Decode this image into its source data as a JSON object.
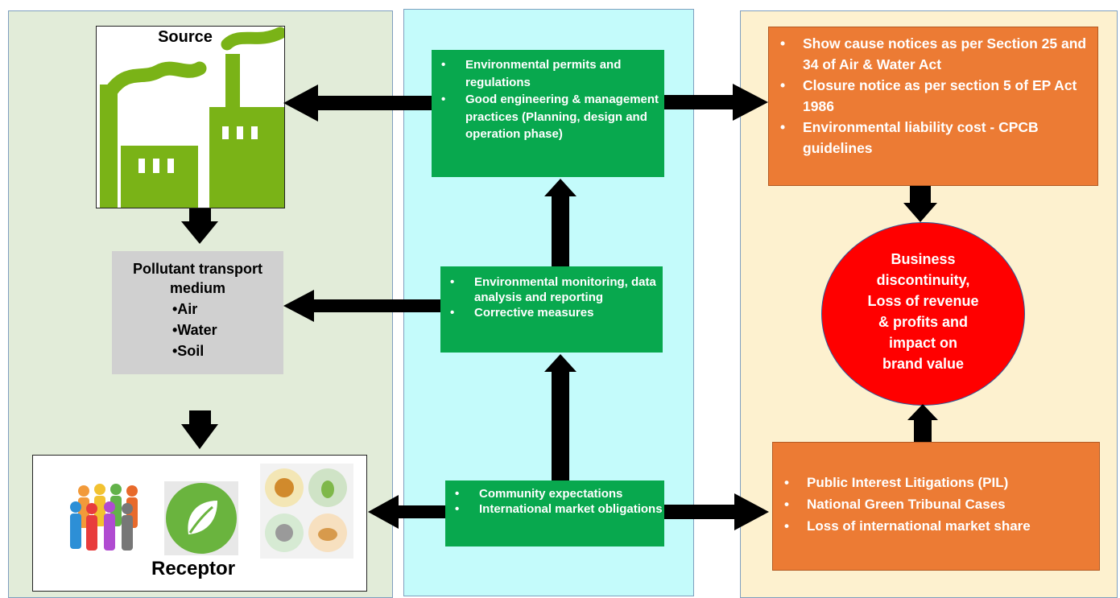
{
  "left_column": {
    "source": {
      "title": "Source",
      "icon": "factory-icon"
    },
    "transport": {
      "title_line1": "Pollutant transport",
      "title_line2": "medium",
      "items": [
        "•Air",
        "•Water",
        "•Soil"
      ]
    },
    "receptor": {
      "title": "Receptor",
      "icons": [
        "people-icon",
        "leaf-icon",
        "animals-icon"
      ]
    }
  },
  "middle_column": {
    "box1": {
      "items": [
        "Environmental permits and regulations",
        "Good engineering & management practices (Planning, design and operation phase)"
      ]
    },
    "box2": {
      "items": [
        "Environmental monitoring, data analysis and reporting",
        "Corrective measures"
      ]
    },
    "box3": {
      "items": [
        "Community expectations",
        "International market obligations"
      ]
    }
  },
  "right_column": {
    "top_box": {
      "items": [
        "Show cause notices as per Section 25 and 34 of Air & Water Act",
        "Closure notice as per section 5 of EP Act 1986",
        "Environmental liability cost - CPCB guidelines"
      ]
    },
    "circle": {
      "lines": [
        "Business",
        "discontinuity,",
        "Loss of revenue",
        "& profits and",
        "impact on",
        "brand value"
      ]
    },
    "bottom_box": {
      "items": [
        "Public Interest Litigations (PIL)",
        "National Green Tribunal Cases",
        "Loss of international market share"
      ]
    }
  },
  "colors": {
    "left_panel": "#e2ecd9",
    "middle_panel": "#c4fbfb",
    "right_panel": "#fdf1cf",
    "green_box": "#08a84e",
    "orange_box": "#ec7b34",
    "grey_box": "#d0d0d0",
    "circle": "#ff0000",
    "factory_green": "#7ab317"
  }
}
